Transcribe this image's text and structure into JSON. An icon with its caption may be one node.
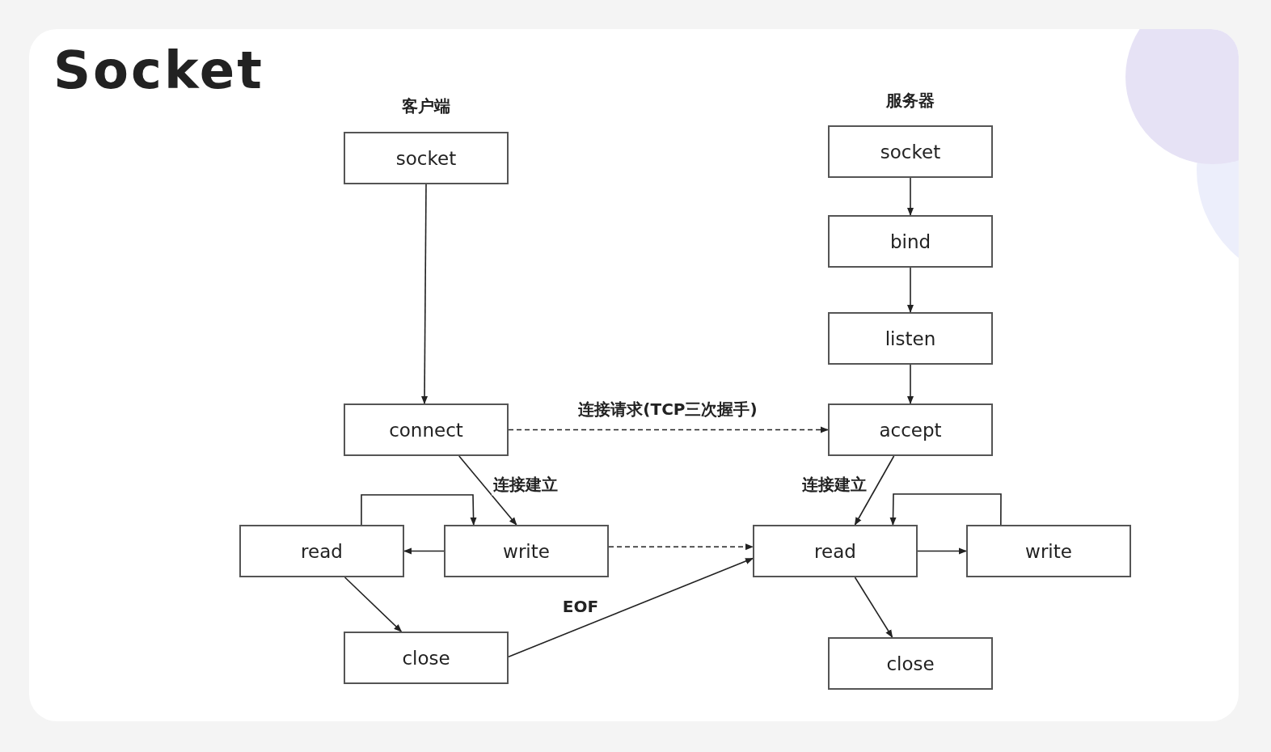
{
  "diagram": {
    "title": "Socket",
    "nodes": [
      {
        "text": [
          "socket"
        ]
      },
      {
        "text": [
          "connect"
        ]
      },
      {
        "text": [
          "read"
        ]
      },
      {
        "text": [
          "write"
        ]
      },
      {
        "text": [
          "close"
        ]
      },
      {
        "text": [
          "socket"
        ]
      },
      {
        "text": [
          "bind"
        ]
      },
      {
        "text": [
          "listen"
        ]
      },
      {
        "text": [
          "accept"
        ]
      },
      {
        "text": [
          "read"
        ]
      },
      {
        "text": [
          "write"
        ]
      },
      {
        "text": [
          "close"
        ]
      }
    ],
    "edges": [
      {
        "from": 0,
        "to": 1,
        "arrow": "to"
      },
      {
        "from": 1,
        "to": 3,
        "arrow": "to",
        "label": "连接建立"
      },
      {
        "from": 3,
        "to": 2,
        "arrow": "to"
      },
      {
        "from": 2,
        "to": 3,
        "arrow": "to"
      },
      {
        "from": 2,
        "to": 4,
        "arrow": "to"
      },
      {
        "from": 4,
        "to": 9,
        "arrow": "to",
        "label": "EOF"
      },
      {
        "from": 1,
        "to": 8,
        "arrow": "to",
        "label": "连接请求(TCP三次握手)",
        "style": "dashed"
      },
      {
        "from": 3,
        "to": 9,
        "arrow": "to",
        "style": "dashed"
      },
      {
        "from": 5,
        "to": 6,
        "arrow": "to"
      },
      {
        "from": 6,
        "to": 7,
        "arrow": "to"
      },
      {
        "from": 7,
        "to": 8,
        "arrow": "to"
      },
      {
        "from": 8,
        "to": 9,
        "arrow": "to",
        "label": "连接建立"
      },
      {
        "from": 9,
        "to": 10,
        "arrow": "to"
      },
      {
        "from": 10,
        "to": 9,
        "arrow": "to"
      },
      {
        "from": 9,
        "to": 11,
        "arrow": "to"
      }
    ],
    "labels": [
      "客户端",
      "服务器"
    ]
  }
}
